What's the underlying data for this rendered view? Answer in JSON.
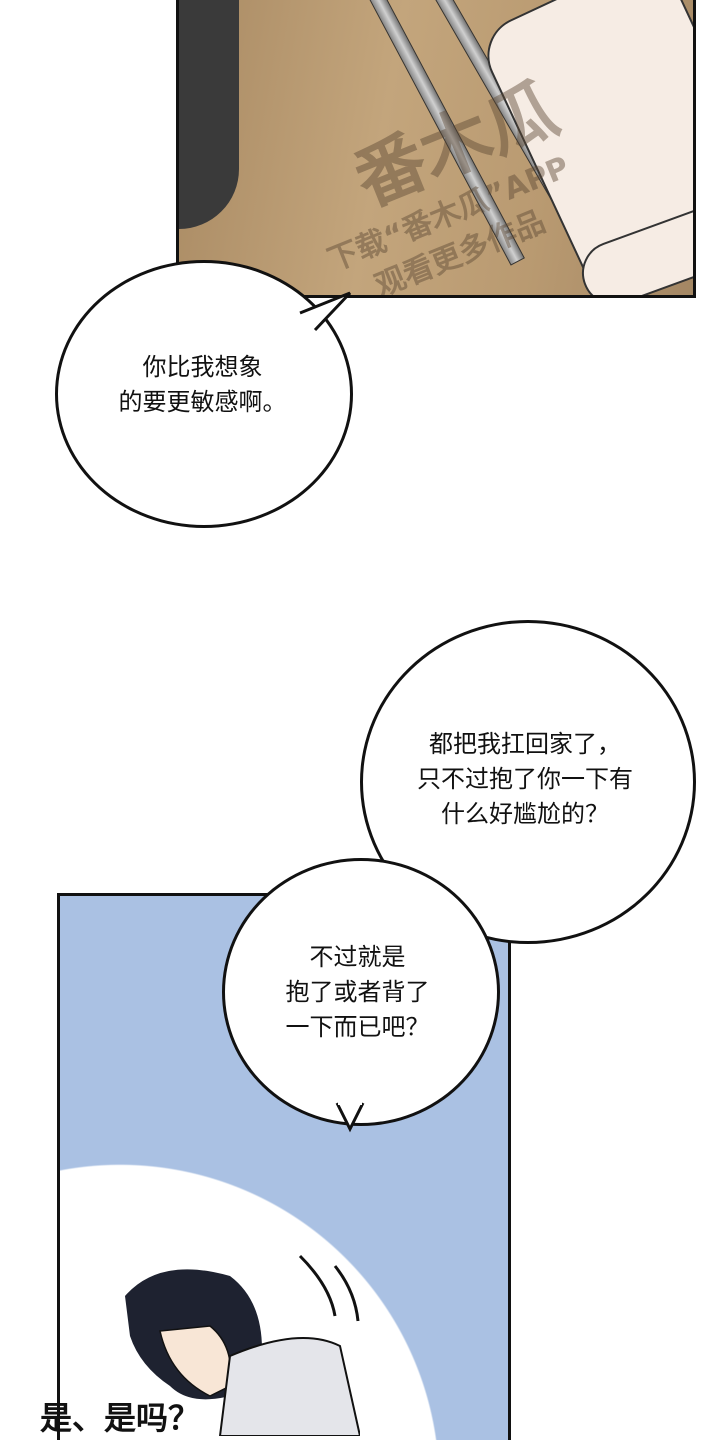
{
  "watermark": {
    "logo_text": "番木瓜",
    "line1": "下载“番木瓜”APP",
    "line2": "观看更多作品"
  },
  "bubbles": [
    {
      "lines": [
        "你比我想象",
        "的要更敏感啊。"
      ]
    },
    {
      "lines": [
        "都把我扛回家了，",
        "只不过抱了你一下有",
        "什么好尴尬的？"
      ]
    },
    {
      "lines": [
        "不过就是",
        "抱了或者背了",
        "一下而已吧？"
      ]
    }
  ],
  "bottom_caption": "是、是吗？",
  "colors": {
    "panel_blue": "#aac1e3",
    "table_wood": "#b99a71"
  }
}
